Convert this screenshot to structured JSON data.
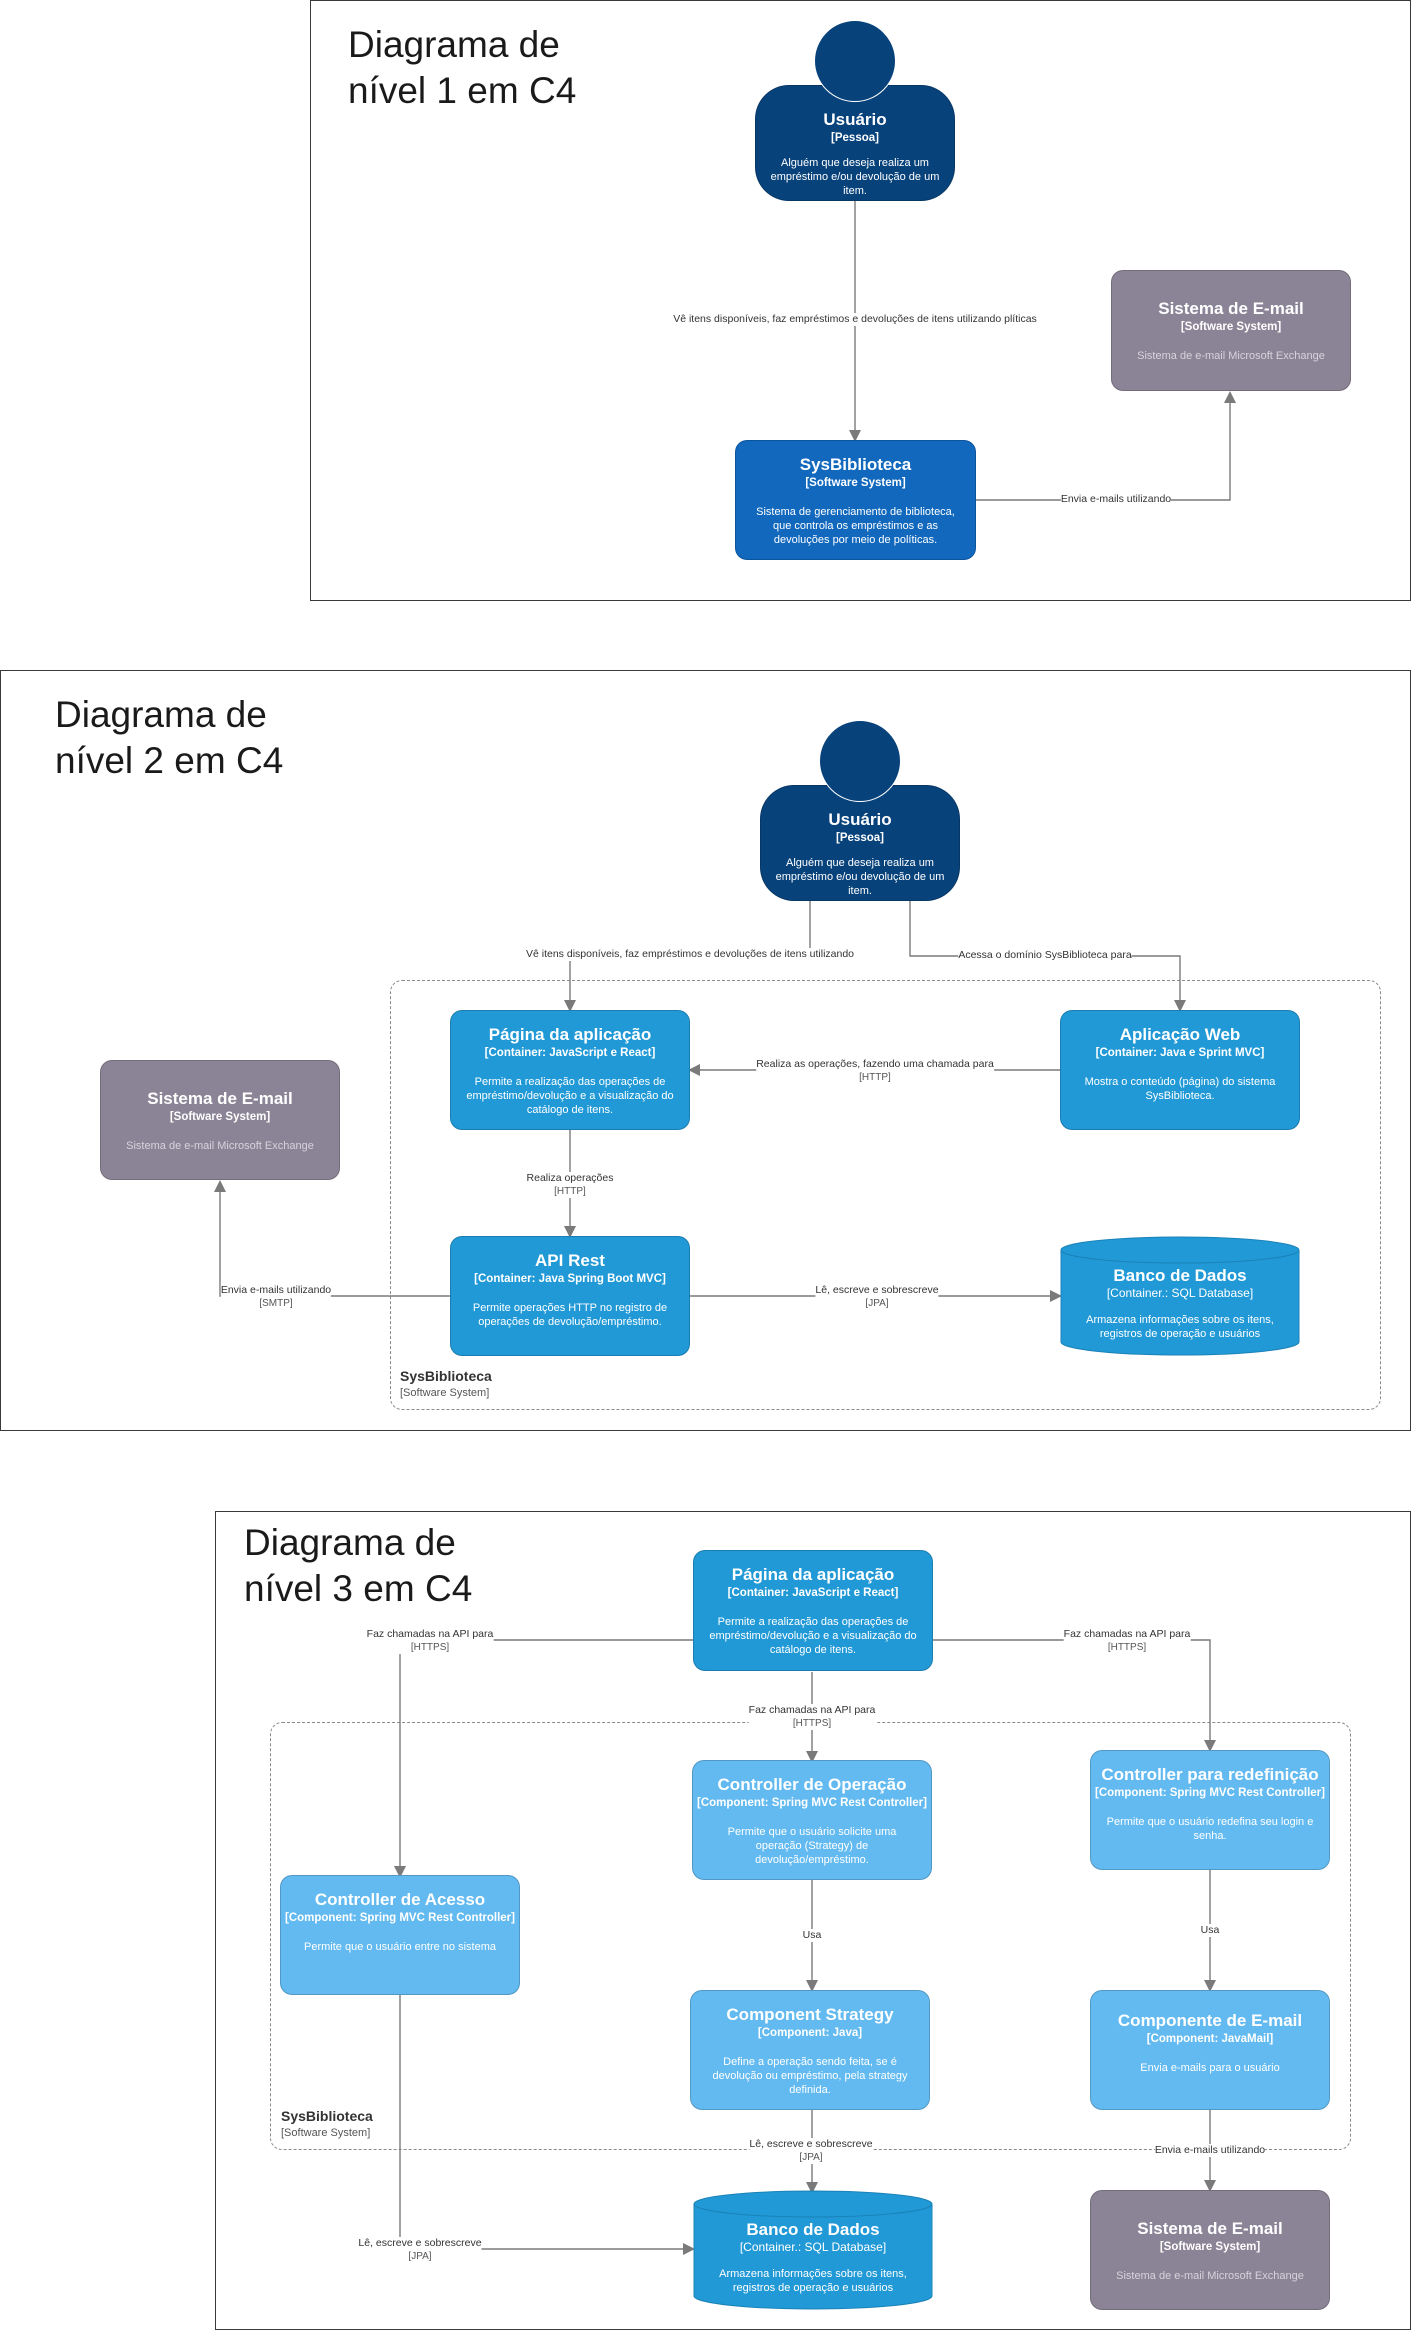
{
  "d1": {
    "title": "Diagrama de\nnível 1 em C4",
    "user": {
      "name": "Usuário",
      "type": "[Pessoa]",
      "desc": "Alguém que deseja realiza um empréstimo e/ou devolução de um item."
    },
    "sys": {
      "name": "SysBiblioteca",
      "type": "[Software System]",
      "desc": "Sistema de gerenciamento de biblioteca, que controla os empréstimos e as devoluções por meio de políticas."
    },
    "email": {
      "name": "Sistema de E-mail",
      "type": "[Software System]",
      "desc": "Sistema de e-mail Microsoft Exchange"
    },
    "edge_user_sys": "Vê itens disponíveis, faz empréstimos e devoluções de itens utilizando plíticas",
    "edge_sys_email": "Envia e-mails utilizando"
  },
  "d2": {
    "title": "Diagrama de\nnível 2 em C4",
    "user": {
      "name": "Usuário",
      "type": "[Pessoa]",
      "desc": "Alguém que deseja realiza um empréstimo e/ou devolução de um item."
    },
    "page": {
      "name": "Página da aplicação",
      "type": "[Container: JavaScript e React]",
      "desc": "Permite a realização das operações de empréstimo/devolução e a visualização do catálogo de itens."
    },
    "webapp": {
      "name": "Aplicação Web",
      "type": "[Container: Java e Sprint MVC]",
      "desc": "Mostra o conteúdo (página) do sistema SysBiblioteca."
    },
    "api": {
      "name": "API Rest",
      "type": "[Container: Java Spring Boot MVC]",
      "desc": "Permite operações HTTP no registro de operações de devolução/empréstimo."
    },
    "db": {
      "name": "Banco de Dados",
      "type": "[Container.: SQL Database]",
      "desc": "Armazena informações sobre os itens, registros de operação e usuários"
    },
    "email": {
      "name": "Sistema de E-mail",
      "type": "[Software System]",
      "desc": "Sistema de e-mail Microsoft Exchange"
    },
    "boundary": {
      "name": "SysBiblioteca",
      "type": "[Software System]"
    },
    "edge_user_page": "Vê itens disponíveis, faz empréstimos e devoluções de itens utilizando",
    "edge_user_web": "Acessa o domínio SysBiblioteca para",
    "edge_web_page": "Realiza as operações, fazendo uma chamada para",
    "edge_web_page_proto": "[HTTP]",
    "edge_page_api": "Realiza operações",
    "edge_page_api_proto": "[HTTP]",
    "edge_api_db": "Lê, escreve e sobrescreve",
    "edge_api_db_proto": "[JPA]",
    "edge_api_email": "Envia e-mails utilizando",
    "edge_api_email_proto": "[SMTP]"
  },
  "d3": {
    "title": "Diagrama de\nnível 3 em C4",
    "page": {
      "name": "Página da aplicação",
      "type": "[Container: JavaScript e React]",
      "desc": "Permite a realização das operações de empréstimo/devolução e a visualização do catálogo de itens."
    },
    "ctrl_acesso": {
      "name": "Controller de Acesso",
      "type": "[Component: Spring MVC Rest Controller]",
      "desc": "Permite que o usuário entre no sistema"
    },
    "ctrl_op": {
      "name": "Controller de Operação",
      "type": "[Component: Spring MVC Rest Controller]",
      "desc": "Permite que o usuário solicite uma operação (Strategy) de devolução/empréstimo."
    },
    "ctrl_red": {
      "name": "Controller para redefinição",
      "type": "[Component: Spring MVC Rest Controller]",
      "desc": "Permite que o usuário redefina seu login e senha."
    },
    "strategy": {
      "name": "Component Strategy",
      "type": "[Component: Java]",
      "desc": "Define a operação sendo feita, se é devolução ou empréstimo, pela strategy definida."
    },
    "emailcomp": {
      "name": "Componente de E-mail",
      "type": "[Component: JavaMail]",
      "desc": "Envia e-mails para o usuário"
    },
    "db": {
      "name": "Banco de Dados",
      "type": "[Container.: SQL Database]",
      "desc": "Armazena informações sobre os itens, registros de operação e usuários"
    },
    "email": {
      "name": "Sistema de E-mail",
      "type": "[Software System]",
      "desc": "Sistema de e-mail Microsoft Exchange"
    },
    "boundary": {
      "name": "SysBiblioteca",
      "type": "[Software System]"
    },
    "edge_api": "Faz chamadas na API para",
    "edge_api_proto": "[HTTPS]",
    "edge_usa": "Usa",
    "edge_db": "Lê, escreve e sobrescreve",
    "edge_db_proto": "[JPA]",
    "edge_email": "Envia e-mails utilizando"
  }
}
